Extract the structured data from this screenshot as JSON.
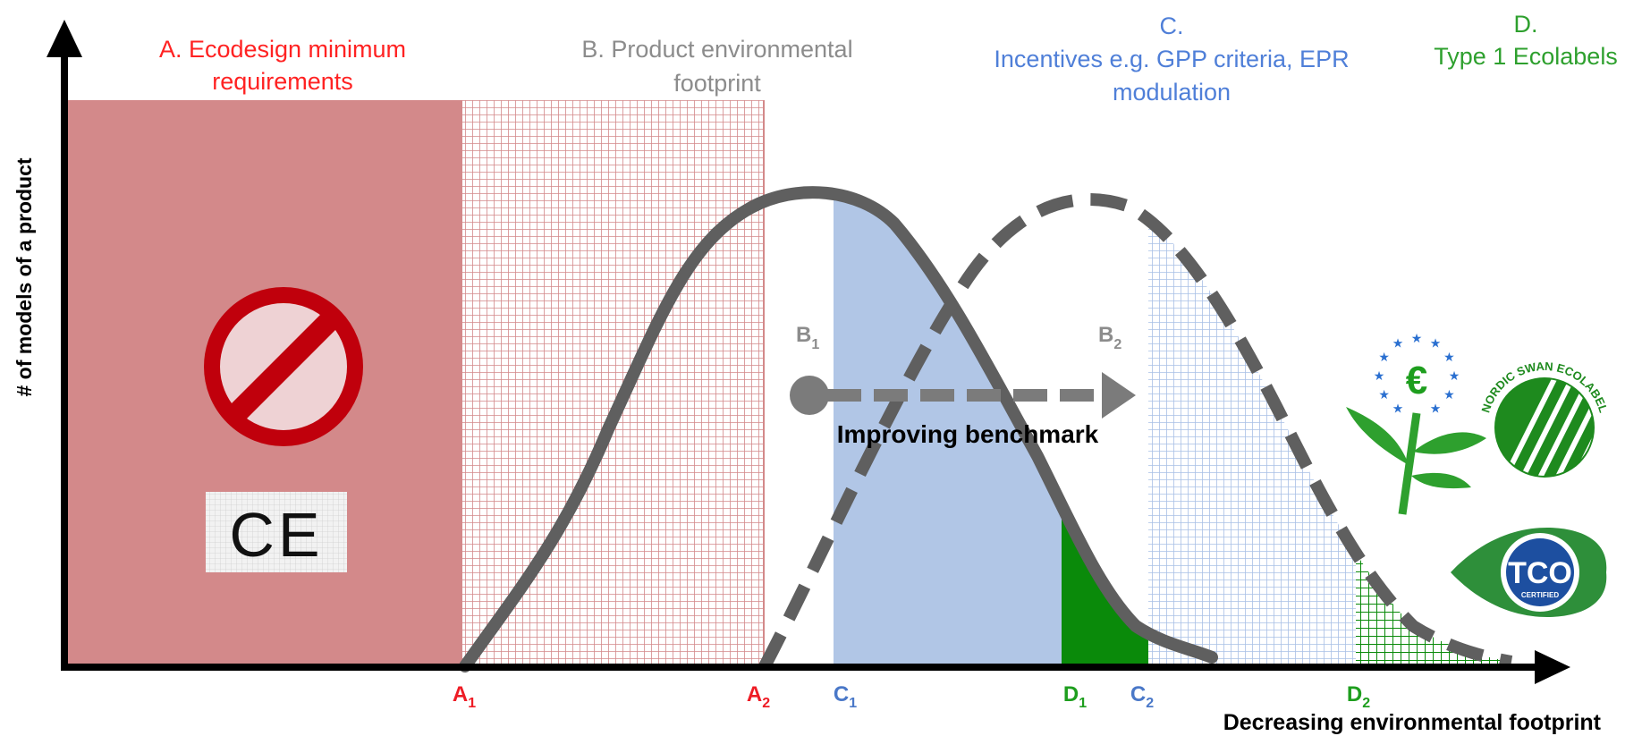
{
  "y_axis_label": "# of models of a product",
  "x_axis_label": "Decreasing environmental  footprint",
  "zones": {
    "a": {
      "line1": "A. Ecodesign minimum",
      "line2": "requirements",
      "color": "#ff2222"
    },
    "b": {
      "line1": "B. Product environmental",
      "line2": "footprint",
      "color": "#8c8c8c"
    },
    "c": {
      "line1": "C.",
      "line2": "Incentives e.g. GPP criteria, EPR",
      "line3": "modulation",
      "color": "#4f7fd8"
    },
    "d": {
      "line1": "D.",
      "line2": "Type 1 Ecolabels",
      "color": "#2ea02e"
    }
  },
  "benchmarks": {
    "b1": {
      "base": "B",
      "sub": "1"
    },
    "b2": {
      "base": "B",
      "sub": "2"
    },
    "arrow_label": "Improving benchmark"
  },
  "markers": [
    {
      "base": "A",
      "sub": "1",
      "color": "#ee1c25"
    },
    {
      "base": "A",
      "sub": "2",
      "color": "#ee1c25"
    },
    {
      "base": "C",
      "sub": "1",
      "color": "#4a78c8"
    },
    {
      "base": "D",
      "sub": "1",
      "color": "#1e9e1e"
    },
    {
      "base": "C",
      "sub": "2",
      "color": "#4a78c8"
    },
    {
      "base": "D",
      "sub": "2",
      "color": "#1e9e1e"
    }
  ],
  "icons": {
    "ce": {
      "text": "CE"
    },
    "nordic_swan": {
      "text": "NORDIC SWAN ECOLABEL"
    },
    "tco": {
      "main": "TCO",
      "sub": "CERTIFIED"
    },
    "eu_flower": {
      "text": "€"
    }
  },
  "colors": {
    "zone_a_fill": "#d3898a",
    "zone_b_grid": "#d3898a",
    "zone_c_fill": "#b1c6e6",
    "zone_c_grid": "#a9c0e6",
    "zone_d_fill": "#0a8a0a",
    "curve": "#5f5f5f",
    "axis": "#000000"
  }
}
